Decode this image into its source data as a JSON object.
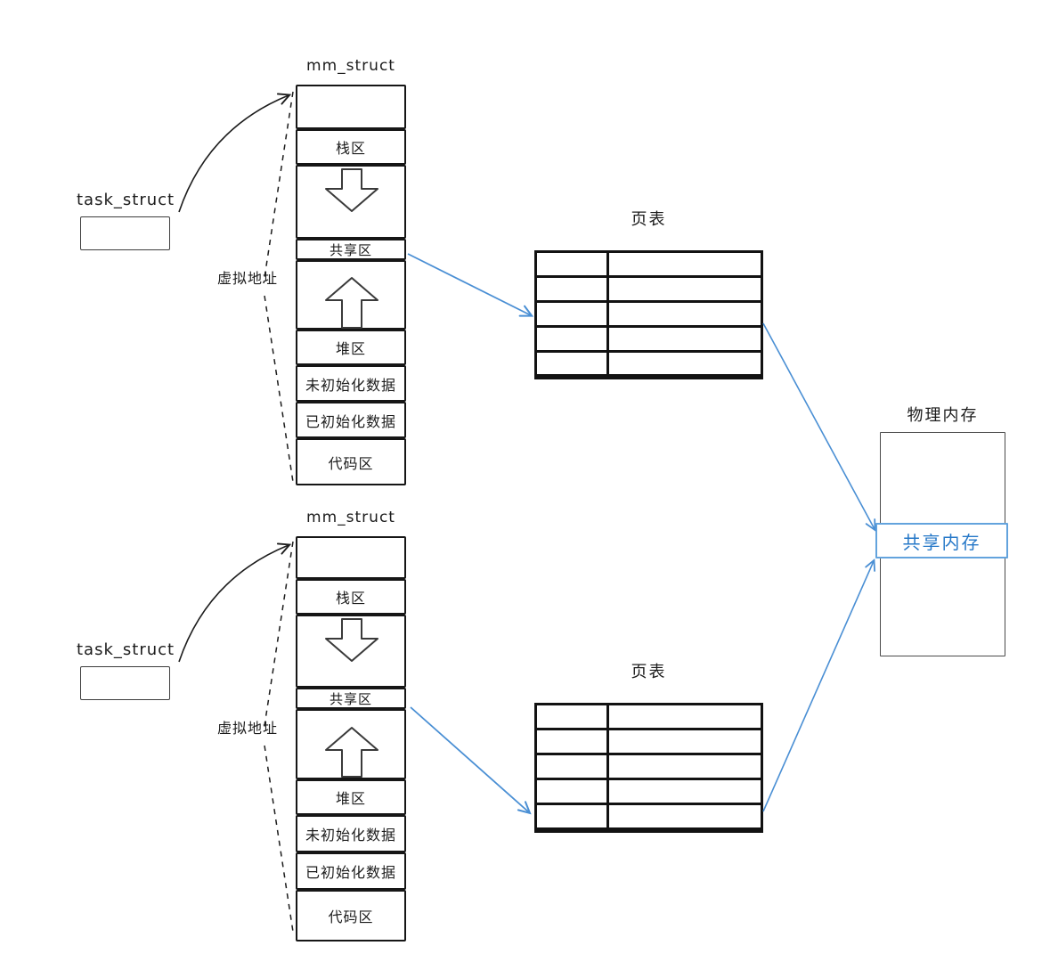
{
  "colors": {
    "ink": "#1c1c1c",
    "arrow_blue": "#4a8fd4",
    "shared_blue_text": "#2678c8",
    "shared_blue_border": "#63a3dd"
  },
  "processes": [
    {
      "task_struct_label": "task_struct",
      "mm_struct_label": "mm_struct",
      "virtual_address_label": "虚拟地址",
      "page_table_label": "页表",
      "segments": {
        "stack": "栈区",
        "shared": "共享区",
        "heap": "堆区",
        "uninitialized_data": "未初始化数据",
        "initialized_data": "已初始化数据",
        "code": "代码区"
      },
      "icons": {
        "grow_down": "block-arrow-down-icon",
        "grow_up": "block-arrow-up-icon"
      },
      "page_table_rows": 5,
      "page_table_cols": 2
    },
    {
      "task_struct_label": "task_struct",
      "mm_struct_label": "mm_struct",
      "virtual_address_label": "虚拟地址",
      "page_table_label": "页表",
      "segments": {
        "stack": "栈区",
        "shared": "共享区",
        "heap": "堆区",
        "uninitialized_data": "未初始化数据",
        "initialized_data": "已初始化数据",
        "code": "代码区"
      },
      "icons": {
        "grow_down": "block-arrow-down-icon",
        "grow_up": "block-arrow-up-icon"
      },
      "page_table_rows": 5,
      "page_table_cols": 2
    }
  ],
  "physical_memory": {
    "title": "物理内存",
    "shared_label": "共享内存"
  }
}
